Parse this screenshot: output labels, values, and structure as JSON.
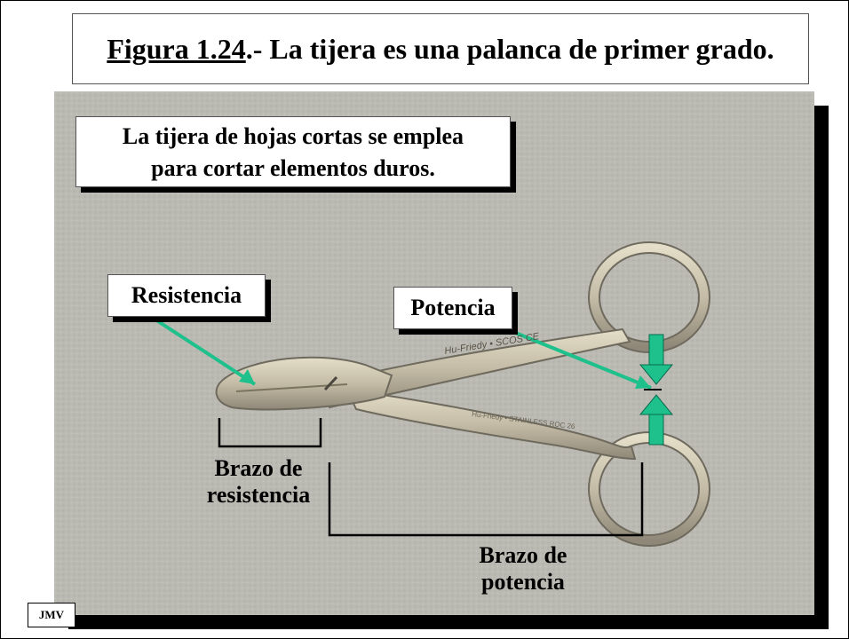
{
  "title": {
    "figure_ref": "Figura 1.24",
    "rest": ".- La tijera es una palanca de primer grado."
  },
  "info_box": {
    "line1": "La tijera de hojas cortas se emplea",
    "line2": "para cortar  elementos duros."
  },
  "labels": {
    "resistencia": "Resistencia",
    "potencia": "Potencia"
  },
  "arms": {
    "resistencia_line1": "Brazo de",
    "resistencia_line2": "resistencia",
    "potencia_line1": "Brazo de",
    "potencia_line2": "potencia"
  },
  "engraving": {
    "upper": "Hu-Friedy • SCOS  CE",
    "lower": "Hu-Friedy • STAINLESS ROC 26"
  },
  "author": "JMV",
  "colors": {
    "arrow": "#1ec08c",
    "background_cloth": "#bab9b2",
    "steel": "#c9c2ad"
  }
}
